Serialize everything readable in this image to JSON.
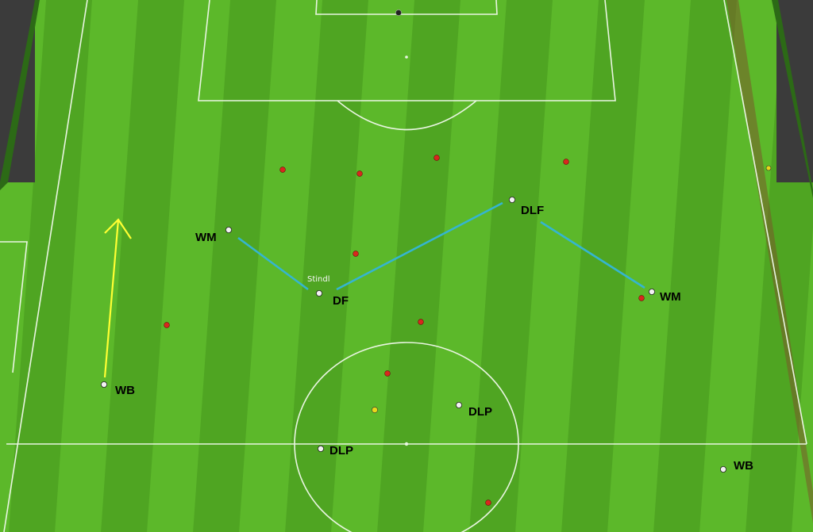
{
  "pitch": {
    "grass_light": "#5cb82a",
    "grass_dark": "#4ea421",
    "line_color": "#e9f5e1"
  },
  "role_labels": {
    "wm_left": "WM",
    "df": "DF",
    "dlf": "DLF",
    "wm_right": "WM",
    "wb_left": "WB",
    "dlp_right": "DLP",
    "dlp_left": "DLP",
    "wb_right": "WB"
  },
  "player_name": "Stindl",
  "colors": {
    "team_home": "#f2f2f2",
    "team_away": "#d8281e",
    "referee": "#e8d81a",
    "goalkeeper": "#222222",
    "link_line": "#35b5d0",
    "run_arrow": "#ffff33"
  }
}
